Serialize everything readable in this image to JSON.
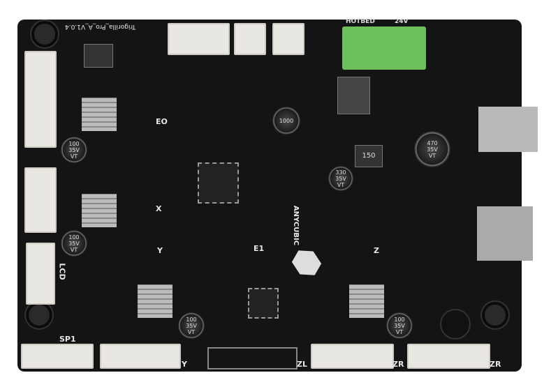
{
  "board": {
    "model": "Trigorilla_Pro_A_V1.0.4",
    "brand": "ANYCUBIC"
  },
  "labels": {
    "e0": "EO",
    "x": "X",
    "y_top": "Y",
    "e1": "E1",
    "z": "Z",
    "y_bottom": "Y",
    "zl": "ZL",
    "zr_left": "ZR",
    "zr_right": "ZR",
    "sp1": "SP1",
    "lcd": "LCD",
    "hotbed": "HOTBED",
    "v24": "24V"
  },
  "capacitors": {
    "c1": "100\n35V\nVT",
    "c2": "100\n35V\nVT",
    "c3": "100\n35V\nVT",
    "c4": "470\n35V\nVT",
    "c5": "330\n35V\nVT",
    "c6": "100\n35V\nVT",
    "c7": "1000",
    "inductor": "150"
  },
  "colors": {
    "pcb": "#141414",
    "terminal": "#6cbf5a",
    "connector": "#e9e7e2"
  }
}
